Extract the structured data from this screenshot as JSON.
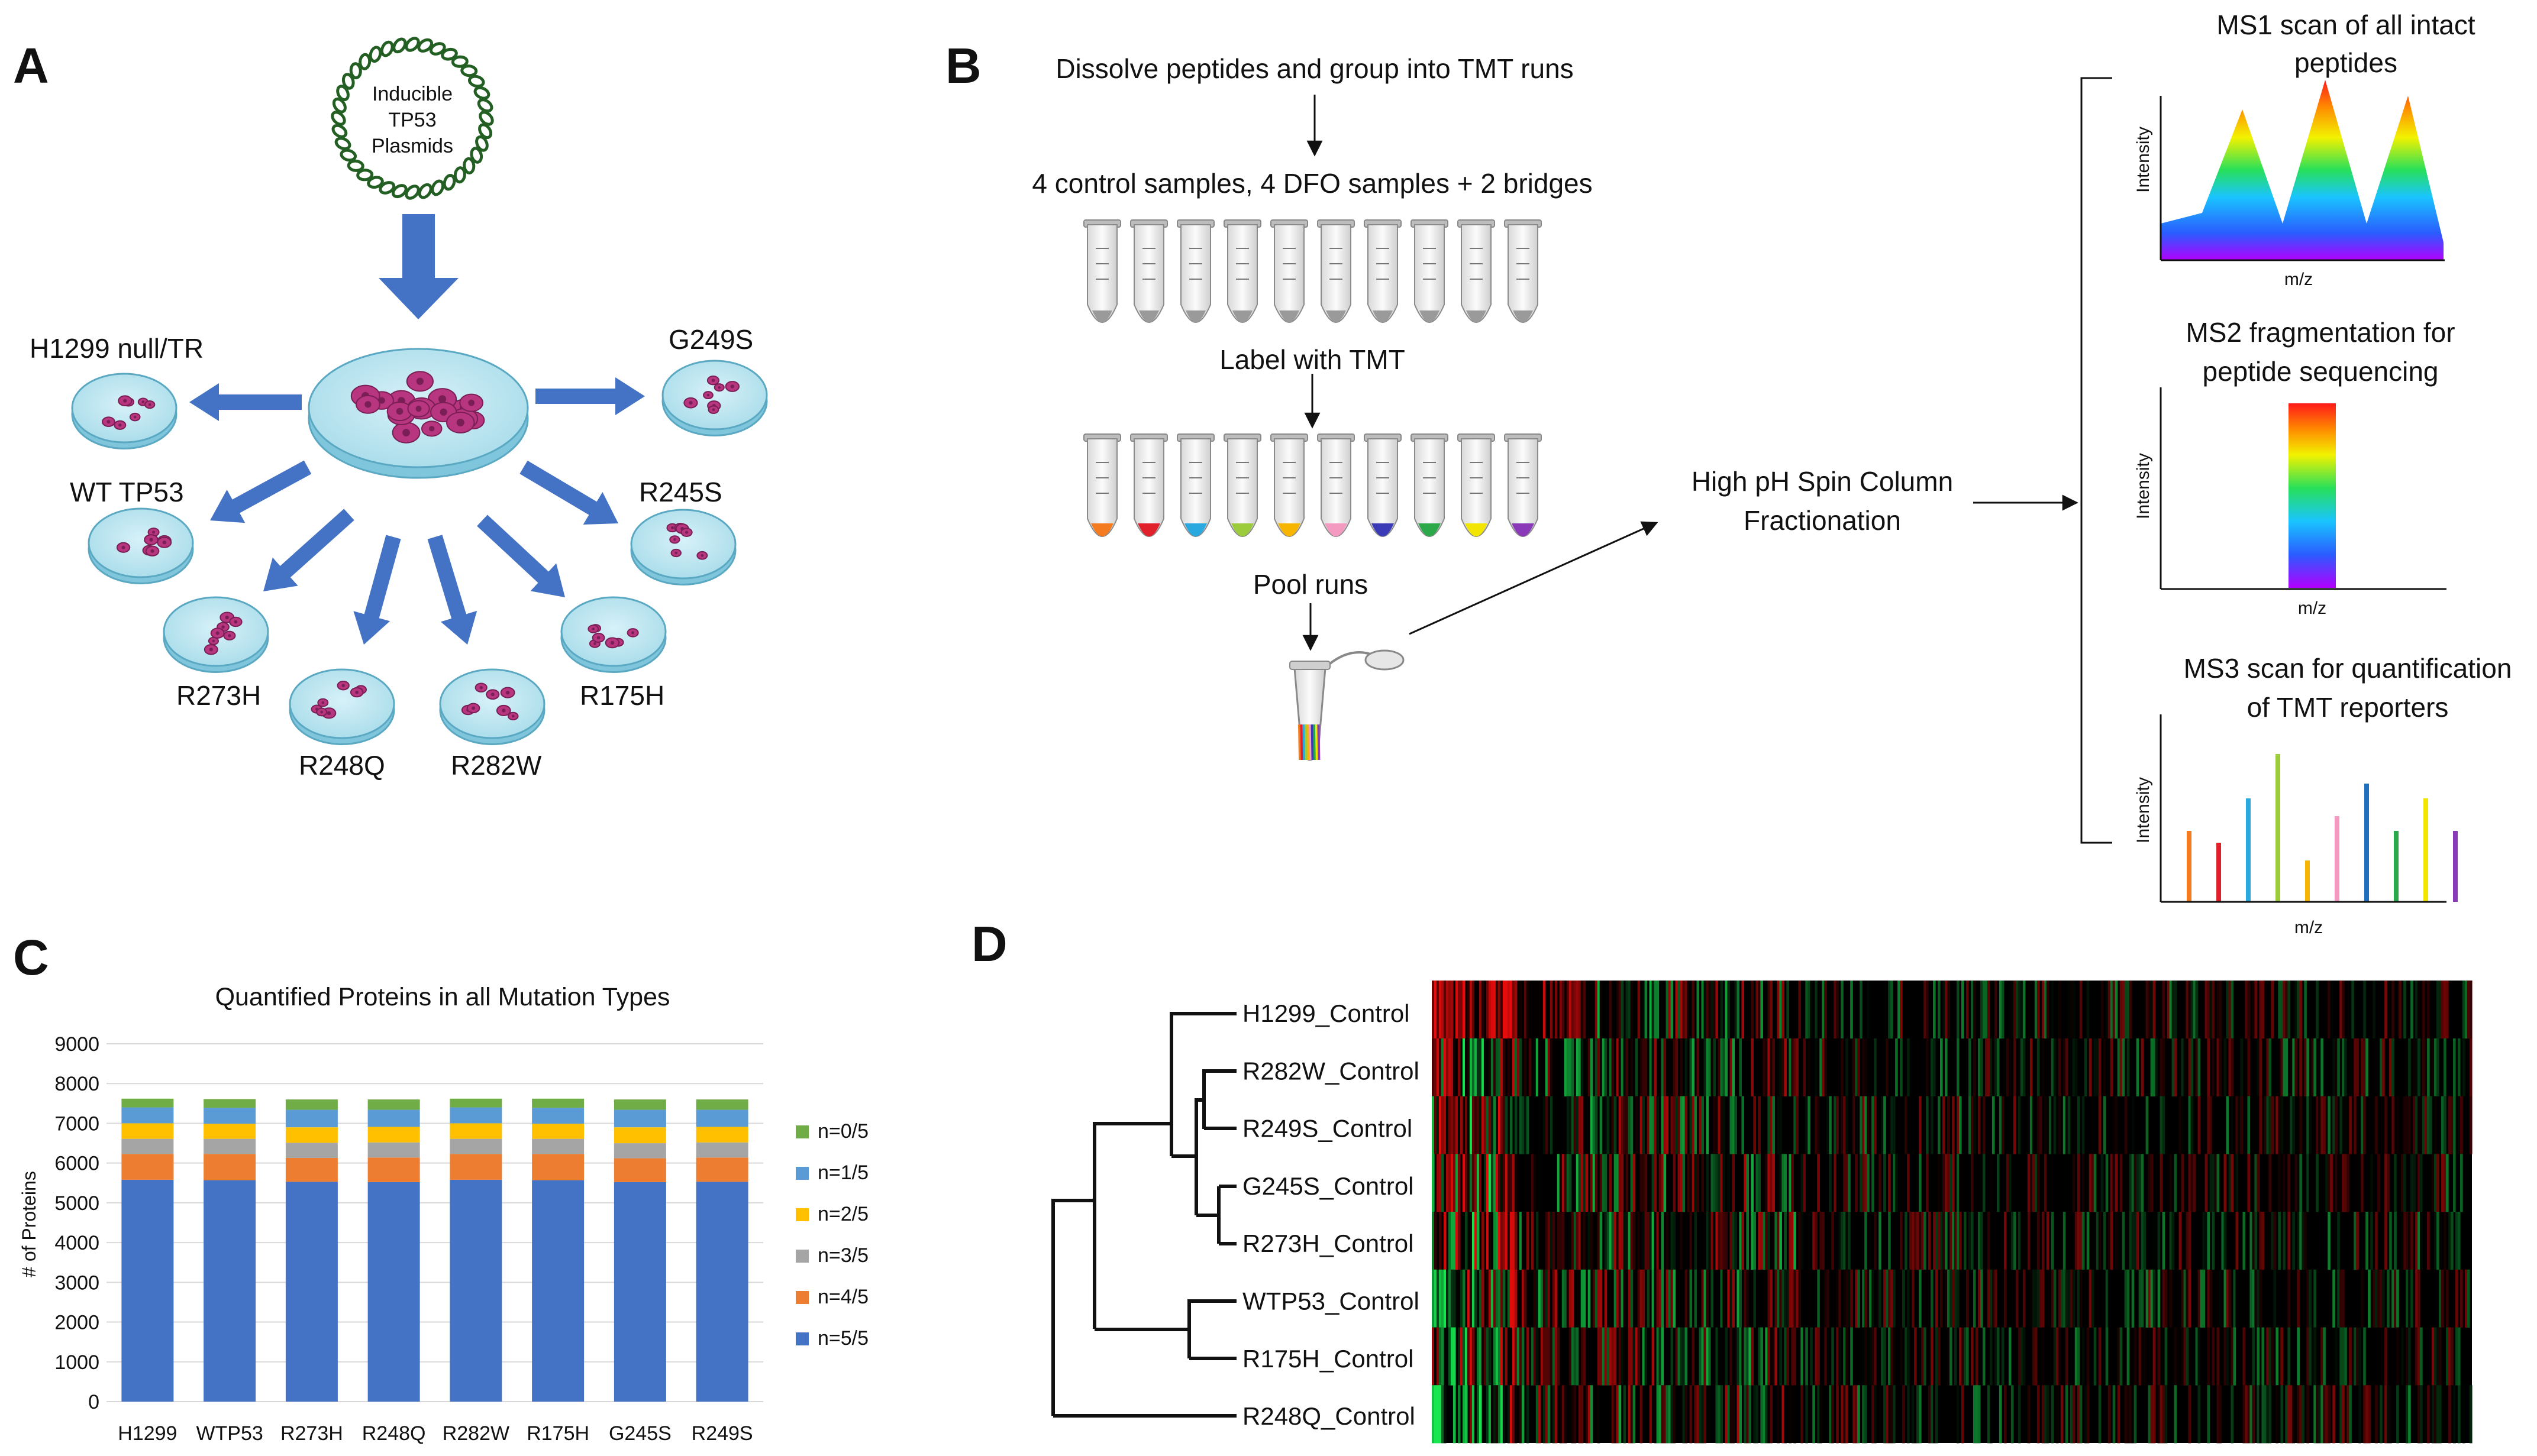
{
  "panels": {
    "A": {
      "label": "A",
      "plasmid_text": [
        "Inducible",
        "TP53",
        "Plasmids"
      ],
      "dishes": [
        "H1299 null/TR",
        "G249S",
        "WT TP53",
        "R245S",
        "R273H",
        "R175H",
        "R248Q",
        "R282W"
      ]
    },
    "B": {
      "label": "B",
      "steps": [
        "Dissolve peptides and group into TMT runs",
        "4 control samples, 4 DFO samples + 2 bridges",
        "Label with TMT",
        "Pool runs"
      ],
      "fractionation": [
        "High pH Spin Column",
        "Fractionation"
      ],
      "tmt_colors": [
        "#f47b20",
        "#e0202a",
        "#2aa8e0",
        "#9ccc3c",
        "#f7b500",
        "#f49ac1",
        "#3b3bb8",
        "#2aa84a",
        "#f2e600",
        "#8a3ab9"
      ],
      "ms1": {
        "title": [
          "MS1 scan of all intact",
          "peptides"
        ],
        "ylabel": "Intensity",
        "xlabel": "m/z"
      },
      "ms2": {
        "title": [
          "MS2 fragmentation for",
          "peptide sequencing"
        ],
        "ylabel": "Intensity",
        "xlabel": "m/z"
      },
      "ms3": {
        "title": [
          "MS3 scan for quantification",
          "of TMT reporters"
        ],
        "ylabel": "Intensity",
        "xlabel": "m/z",
        "bars": [
          {
            "h": 0.48,
            "color": "#f47b20"
          },
          {
            "h": 0.4,
            "color": "#e0202a"
          },
          {
            "h": 0.7,
            "color": "#2aa8e0"
          },
          {
            "h": 1.0,
            "color": "#9ccc3c"
          },
          {
            "h": 0.28,
            "color": "#f7b500"
          },
          {
            "h": 0.58,
            "color": "#f49ac1"
          },
          {
            "h": 0.8,
            "color": "#1f6fbf"
          },
          {
            "h": 0.48,
            "color": "#2aa84a"
          },
          {
            "h": 0.7,
            "color": "#f2e600"
          },
          {
            "h": 0.48,
            "color": "#8a3ab9"
          }
        ]
      }
    },
    "C": {
      "label": "C"
    },
    "D": {
      "label": "D",
      "rows": [
        "H1299_Control",
        "R282W_Control",
        "R249S_Control",
        "G245S_Control",
        "R273H_Control",
        "WTP53_Control",
        "R175H_Control",
        "R248Q_Control"
      ]
    }
  },
  "chart_data": {
    "type": "bar",
    "stacked": true,
    "title": "Quantified Proteins in all Mutation Types",
    "xlabel": "",
    "ylabel": "# of Proteins",
    "ylim": [
      0,
      9000
    ],
    "yticks": [
      0,
      1000,
      2000,
      3000,
      4000,
      5000,
      6000,
      7000,
      8000,
      9000
    ],
    "categories": [
      "H1299",
      "WTP53",
      "R273H",
      "R248Q",
      "R282W",
      "R175H",
      "G245S",
      "R249S"
    ],
    "legend_position": "right",
    "series": [
      {
        "name": "n=5/5",
        "color": "#4472c4",
        "values": [
          5580,
          5570,
          5530,
          5520,
          5580,
          5570,
          5520,
          5530
        ]
      },
      {
        "name": "n=4/5",
        "color": "#ed7d31",
        "values": [
          650,
          660,
          600,
          620,
          650,
          660,
          600,
          610
        ]
      },
      {
        "name": "n=3/5",
        "color": "#a5a5a5",
        "values": [
          380,
          380,
          380,
          380,
          380,
          380,
          380,
          380
        ]
      },
      {
        "name": "n=2/5",
        "color": "#ffc000",
        "values": [
          390,
          380,
          390,
          390,
          390,
          380,
          400,
          390
        ]
      },
      {
        "name": "n=1/5",
        "color": "#5b9bd5",
        "values": [
          400,
          400,
          440,
          430,
          400,
          400,
          440,
          430
        ]
      },
      {
        "name": "n=0/5",
        "color": "#70ad47",
        "values": [
          220,
          220,
          260,
          260,
          220,
          230,
          260,
          260
        ]
      }
    ]
  }
}
